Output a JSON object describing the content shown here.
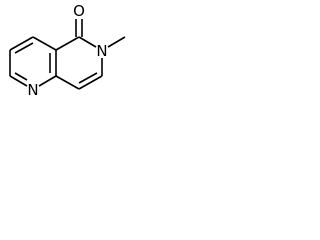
{
  "molecule": {
    "atom_labels": {
      "carbonyl_oxygen": "O",
      "amide_nitrogen": "N",
      "pyridine_nitrogen": "N"
    }
  },
  "colors": {
    "ink": "#000000",
    "background": "#ffffff"
  }
}
